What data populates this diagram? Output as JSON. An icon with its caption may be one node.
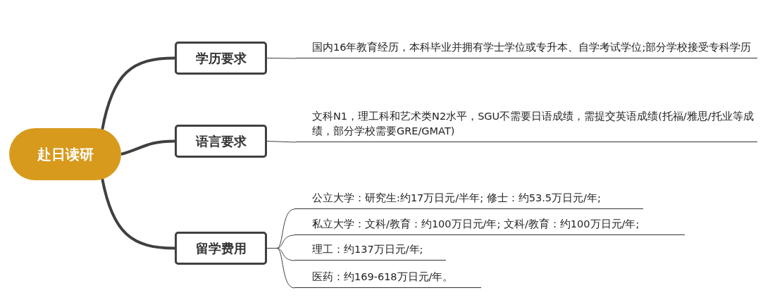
{
  "diagram": {
    "nodes": [
      {
        "text": [
          "赴日读研"
        ]
      },
      {
        "text": [
          "学历要求"
        ]
      },
      {
        "text": [
          "语言要求"
        ]
      },
      {
        "text": [
          "留学费用"
        ]
      },
      {
        "text": [
          "国内16年教育经历，本科毕业并拥有学士学位或专升本、自学考试学位;部分学校接受专科学历"
        ]
      },
      {
        "text": [
          "文科N1，理工科和艺术类N2水平，SGU不需要日语成绩，需提交英语成绩(托福/雅思/托业等成绩，部分学校需要GRE/GMAT)"
        ]
      },
      {
        "text": [
          "公立大学：研究生:约17万日元/半年; 修士：约53.5万日元/年;"
        ]
      },
      {
        "text": [
          "私立大学：文科/教育：约100万日元/年; 文科/教育：约100万日元/年;"
        ]
      },
      {
        "text": [
          "理工：约137万日元/年;"
        ]
      },
      {
        "text": [
          "医药：约169-618万日元/年。"
        ]
      }
    ],
    "edges": [
      {
        "from": 0,
        "to": 1,
        "arrow": "none",
        "style": "thick"
      },
      {
        "from": 0,
        "to": 2,
        "arrow": "none",
        "style": "thick"
      },
      {
        "from": 0,
        "to": 3,
        "arrow": "none",
        "style": "thick"
      },
      {
        "from": 1,
        "to": 4,
        "arrow": "none"
      },
      {
        "from": 2,
        "to": 5,
        "arrow": "none"
      },
      {
        "from": 3,
        "to": 6,
        "arrow": "none"
      },
      {
        "from": 3,
        "to": 7,
        "arrow": "none"
      },
      {
        "from": 3,
        "to": 8,
        "arrow": "none"
      },
      {
        "from": 3,
        "to": 9,
        "arrow": "none"
      }
    ]
  }
}
